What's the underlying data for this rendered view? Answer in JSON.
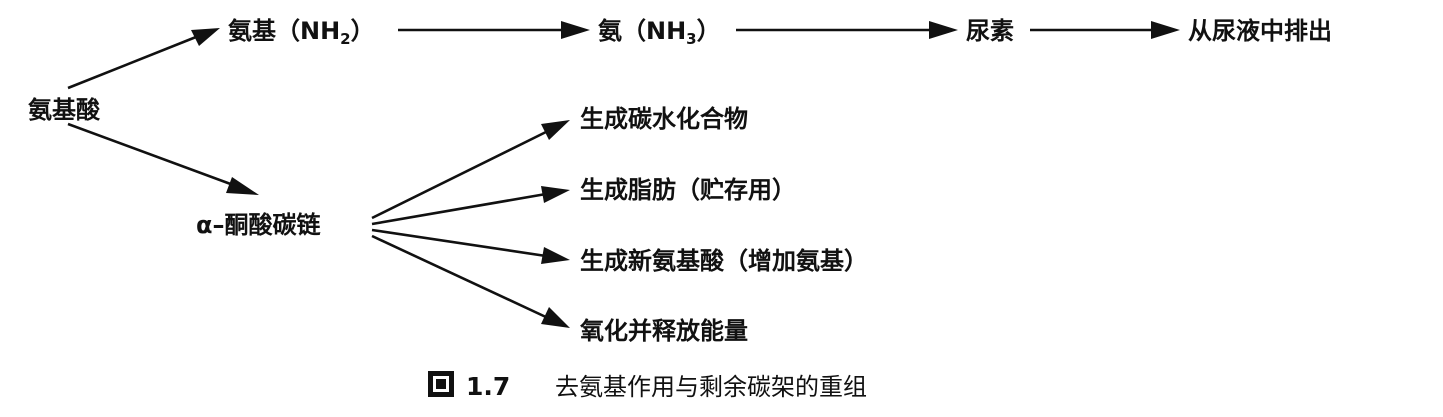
{
  "nodes": {
    "amino_acid": "氨基酸",
    "amino_group": "氨基（NH",
    "amino_group_sub": "2",
    "amino_group_close": "）",
    "ammonia": "氨（NH",
    "ammonia_sub": "3",
    "ammonia_close": "）",
    "urea": "尿素",
    "excreted": "从尿液中排出",
    "keto_acid": "α–酮酸碳链",
    "carbohydrate": "生成碳水化合物",
    "fat": "生成脂肪（贮存用）",
    "new_amino_acid": "生成新氨基酸（增加氨基）",
    "oxidize": "氧化并释放能量"
  },
  "caption": {
    "number": "1.7",
    "text": "去氨基作用与剩余碳架的重组"
  },
  "colors": {
    "ink": "#111111",
    "background": "#ffffff"
  }
}
